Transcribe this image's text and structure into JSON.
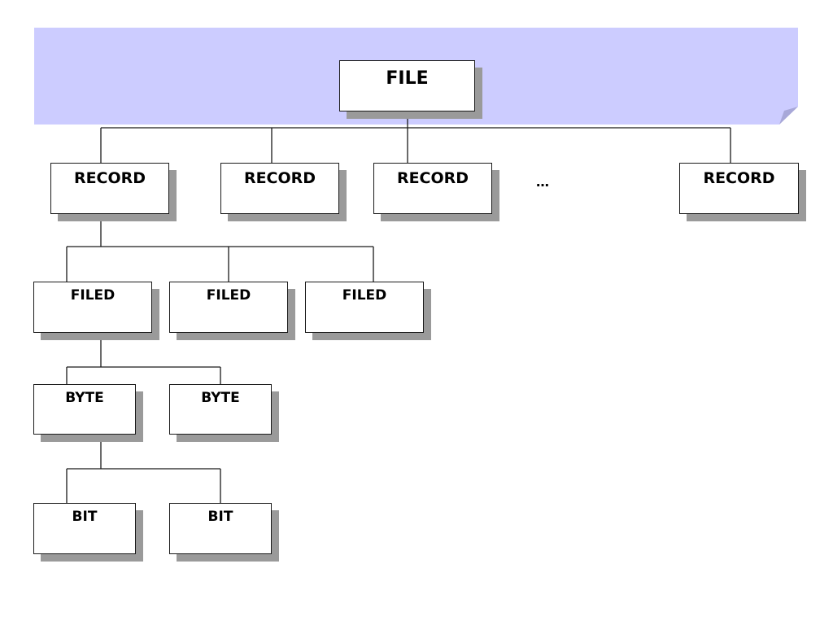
{
  "colors": {
    "banner": "#ccccff",
    "banner_fold": "#a8a8d8",
    "shadow": "#9a9a9a",
    "connector": "#1a1a1a"
  },
  "tree": {
    "root": {
      "label": "FILE"
    },
    "records": [
      {
        "label": "RECORD"
      },
      {
        "label": "RECORD"
      },
      {
        "label": "RECORD"
      },
      {
        "label": "RECORD"
      }
    ],
    "ellipsis": "…",
    "fields": [
      {
        "label": "FILED"
      },
      {
        "label": "FILED"
      },
      {
        "label": "FILED"
      }
    ],
    "bytes": [
      {
        "label": "BYTE"
      },
      {
        "label": "BYTE"
      }
    ],
    "bits": [
      {
        "label": "BIT"
      },
      {
        "label": "BIT"
      }
    ]
  }
}
